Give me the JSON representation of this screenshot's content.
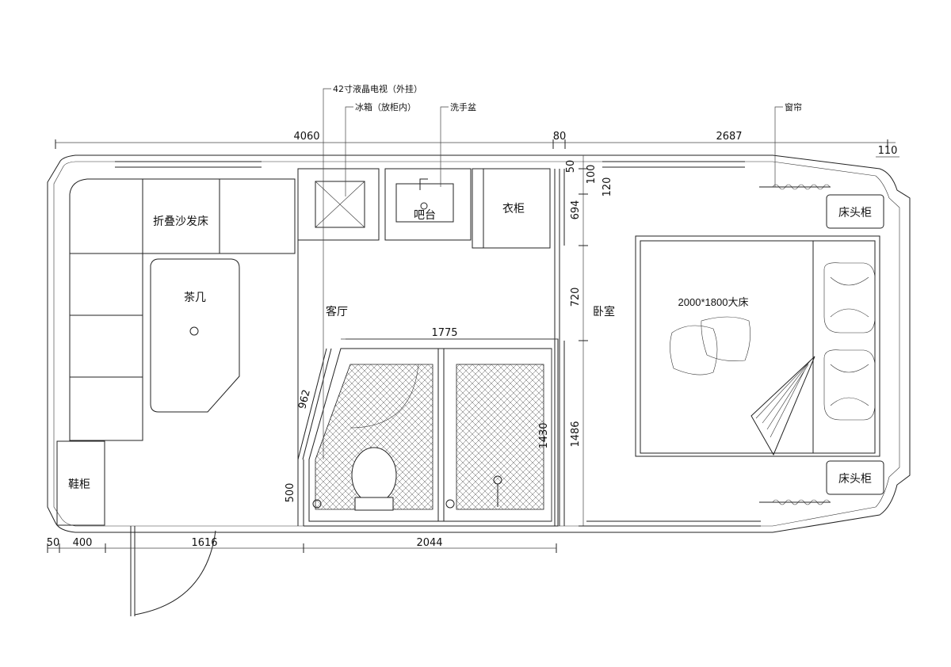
{
  "rooms": {
    "sofa_bed": "折叠沙发床",
    "coffee_table": "茶几",
    "living_room": "客厅",
    "bar": "吧台",
    "wardrobe": "衣柜",
    "bedroom": "卧室",
    "bed": "2000*1800大床",
    "nightstand_top": "床头柜",
    "nightstand_bottom": "床头柜",
    "shoe_cabinet": "鞋柜"
  },
  "callouts": {
    "tv": "42寸液晶电视（外挂）",
    "fridge": "冰箱（放柜内）",
    "sink": "洗手盆",
    "curtain": "窗帘"
  },
  "dimensions": {
    "top": [
      "4060",
      "80",
      "2687",
      "110"
    ],
    "right_top": [
      "50",
      "100",
      "120"
    ],
    "right_side": [
      "694",
      "720",
      "1486"
    ],
    "bathroom_width": "1775",
    "bathroom_height": "1430",
    "bath_diag": "962",
    "bath_low": "500",
    "bottom": [
      "50",
      "400",
      "1616",
      "2044"
    ]
  }
}
